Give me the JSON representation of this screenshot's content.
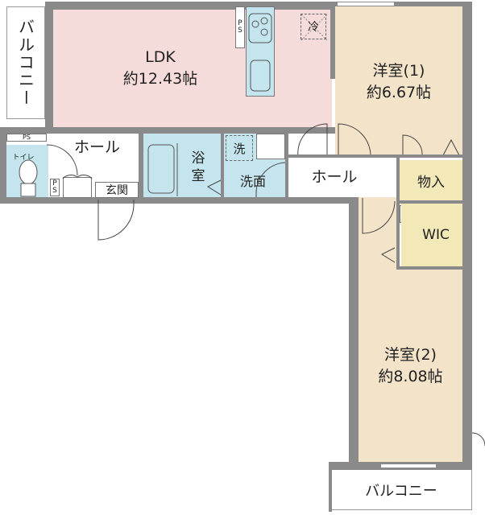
{
  "floorplan": {
    "rooms": {
      "ldk": {
        "name": "LDK",
        "area": "約12.43帖"
      },
      "western1": {
        "name": "洋室(1)",
        "area": "約6.67帖"
      },
      "western2": {
        "name": "洋室(2)",
        "area": "約8.08帖"
      },
      "balcony_left": {
        "name": "バルコニー"
      },
      "balcony_bottom": {
        "name": "バルコニー"
      },
      "hall_left": {
        "name": "ホール"
      },
      "hall_right": {
        "name": "ホール"
      },
      "toilet": {
        "name": "トイレ"
      },
      "entrance": {
        "name": "玄関"
      },
      "bath": {
        "name": "浴室",
        "line1": "浴",
        "line2": "室"
      },
      "washroom": {
        "name": "洗面"
      },
      "storage": {
        "name": "物入"
      },
      "wic": {
        "name": "WIC"
      }
    },
    "fixtures": {
      "ps_label": "PS",
      "ps_v1": "P",
      "ps_v2": "S",
      "fridge": "冷",
      "washer": "洗"
    },
    "colors": {
      "wall": "#8a8a8a",
      "ldk": "#f5dcda",
      "western": "#f2e3c9",
      "wet": "#c5e5ee",
      "storage": "#f2e8b8"
    }
  }
}
